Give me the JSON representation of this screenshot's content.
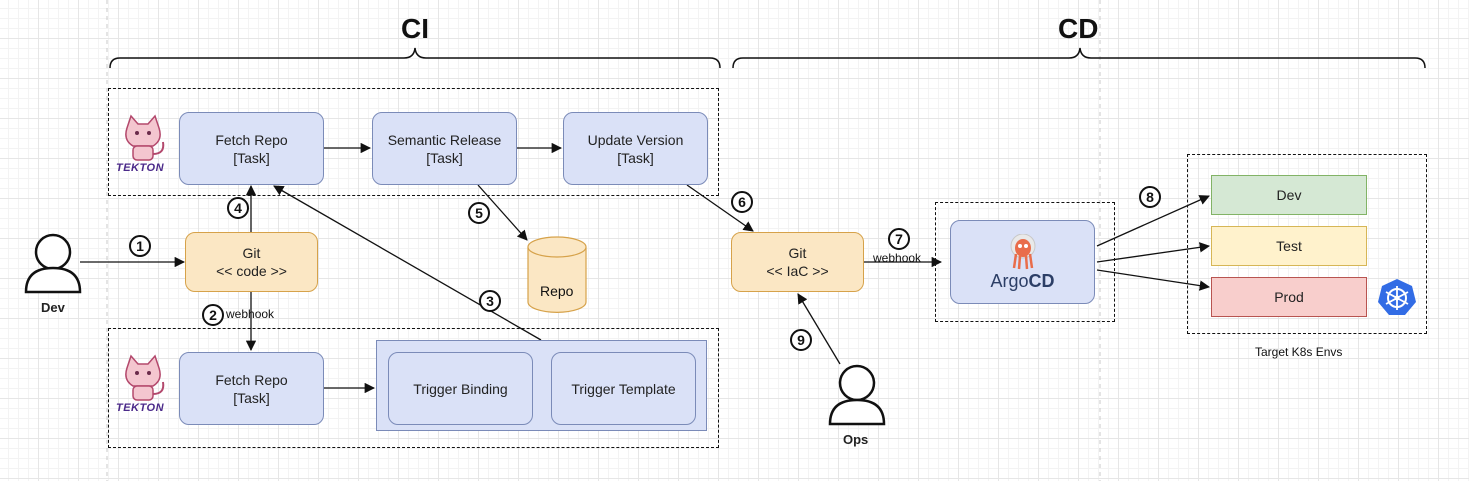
{
  "headings": {
    "ci": "CI",
    "cd": "CD"
  },
  "tekton_logo_text": "TEKTON",
  "pipeline": {
    "fetch_repo": {
      "title": "Fetch Repo",
      "sub": "[Task]"
    },
    "semantic_release": {
      "title": "Semantic Release",
      "sub": "[Task]"
    },
    "update_version": {
      "title": "Update Version",
      "sub": "[Task]"
    }
  },
  "trigger_pipeline": {
    "fetch_repo": {
      "title": "Fetch Repo",
      "sub": "[Task]"
    },
    "trigger_binding": "Trigger Binding",
    "trigger_template": "Trigger Template"
  },
  "git_code": {
    "title": "Git",
    "sub": "<< code >>"
  },
  "git_iac": {
    "title": "Git",
    "sub": "<< IaC >>"
  },
  "repo": "Repo",
  "actors": {
    "dev": "Dev",
    "ops": "Ops"
  },
  "argocd": {
    "brand_regular": "Argo",
    "brand_bold": "CD"
  },
  "environments": {
    "dev": "Dev",
    "test": "Test",
    "prod": "Prod"
  },
  "target_label": "Target K8s Envs",
  "edge_labels": {
    "webhook_1": "webhook",
    "webhook_2": "webhook"
  },
  "steps": [
    "1",
    "2",
    "3",
    "4",
    "5",
    "6",
    "7",
    "8",
    "9"
  ],
  "icons": [
    "tekton-cat-icon",
    "argocd-octopus-icon",
    "kubernetes-wheel-icon",
    "person-icon",
    "database-icon"
  ],
  "colors": {
    "task_fill": "#dae1f7",
    "git_fill": "#fbe7c4",
    "dev_env": "#d5e8d4",
    "test_env": "#fff2cc",
    "prod_env": "#f8cecc",
    "k8s_blue": "#326ce5"
  }
}
